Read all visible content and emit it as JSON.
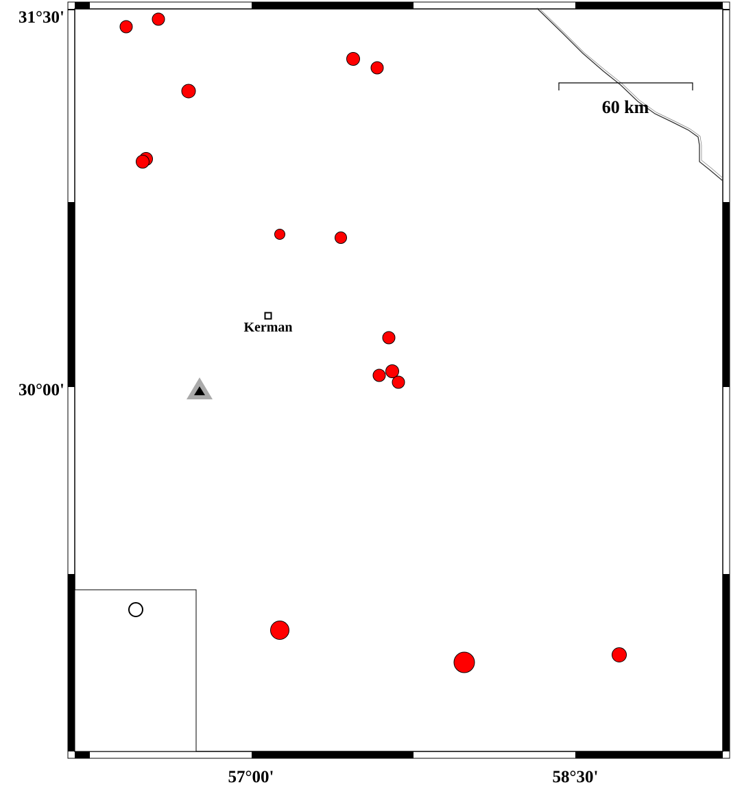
{
  "map": {
    "lat_labels": [
      "31°30'",
      "30°00'"
    ],
    "lon_labels": [
      "57°00'",
      "58°30'"
    ],
    "scale_bar": {
      "label": "60 km"
    },
    "city": {
      "name": "Kerman"
    },
    "colors": {
      "event_fill": "#ff0000",
      "station_outer": "#aaaaaa",
      "station_inner": "#000000",
      "coastline": "#333333"
    },
    "symbols": {
      "station": "triangle",
      "city": "square",
      "events": "circle"
    },
    "legend": {
      "symbol": "open-circle"
    }
  }
}
